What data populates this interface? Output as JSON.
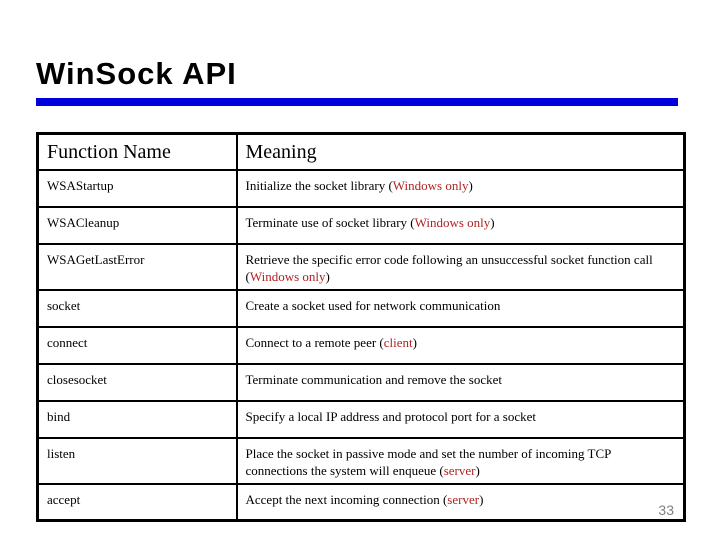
{
  "title": "WinSock API",
  "colors": {
    "title_underline_blue": "#0000DD",
    "highlight_red": "#B22222",
    "page_number_gray": "#808080"
  },
  "table": {
    "headers": [
      "Function Name",
      "Meaning"
    ],
    "rows": [
      {
        "function": "WSAStartup",
        "meaning": "Initialize the socket library",
        "highlight": "Windows only"
      },
      {
        "function": "WSACleanup",
        "meaning": "Terminate use of socket library",
        "highlight": "Windows only"
      },
      {
        "function": "WSAGetLastError",
        "meaning": "Retrieve the specific error code following an unsuccessful socket function call",
        "highlight": "Windows only"
      },
      {
        "function": "socket",
        "meaning": "Create a socket used for network communication",
        "highlight": null
      },
      {
        "function": "connect",
        "meaning": "Connect to a remote peer",
        "highlight": "client"
      },
      {
        "function": "closesocket",
        "meaning": "Terminate communication and remove the socket",
        "highlight": null
      },
      {
        "function": "bind",
        "meaning": "Specify a local IP address and protocol port for a socket",
        "highlight": null
      },
      {
        "function": "listen",
        "meaning": "Place the socket in passive mode and set the number of incoming TCP connections the system will enqueue",
        "highlight": "server"
      },
      {
        "function": "accept",
        "meaning": "Accept the next incoming connection",
        "highlight": "server"
      }
    ]
  },
  "page_number": "33"
}
